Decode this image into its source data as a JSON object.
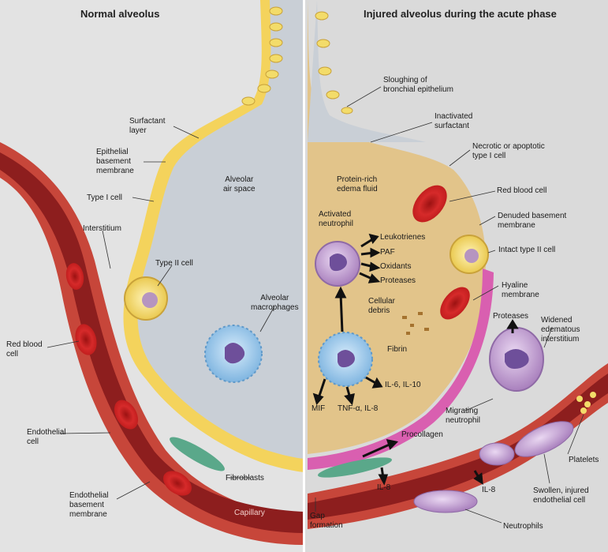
{
  "titles": {
    "left": "Normal alveolus",
    "right": "Injured alveolus during the acute phase"
  },
  "left_labels": {
    "surfactant_layer": "Surfactant\nlayer",
    "epithelial_basement_membrane": "Epithelial\nbasement\nmembrane",
    "type1_cell": "Type I cell",
    "interstitium": "Interstitium",
    "type2_cell": "Type II cell",
    "alveolar_air_space": "Alveolar\nair space",
    "alveolar_macrophages": "Alveolar\nmacrophages",
    "red_blood_cell": "Red blood\ncell",
    "endothelial_cell": "Endothelial\ncell",
    "endothelial_basement_membrane": "Endothelial\nbasement\nmembrane",
    "fibroblasts": "Fibroblasts",
    "capillary": "Capillary"
  },
  "right_labels": {
    "sloughing": "Sloughing of\nbronchial epithelium",
    "inactivated_surfactant": "Inactivated\nsurfactant",
    "necrotic_type1": "Necrotic or apoptotic\ntype I cell",
    "protein_rich_edema": "Protein-rich\nedema fluid",
    "red_blood_cell": "Red blood cell",
    "activated_neutrophil": "Activated\nneutrophil",
    "denuded_membrane": "Denuded basement\nmembrane",
    "leukotrienes": "Leukotrienes",
    "paf": "PAF",
    "oxidants": "Oxidants",
    "proteases": "Proteases",
    "intact_type2": "Intact type II cell",
    "hyaline_membrane": "Hyaline\nmembrane",
    "cellular_debris": "Cellular\ndebris",
    "proteases_top": "Proteases",
    "widened_interstitium": "Widened\nedematous\ninterstitium",
    "fibrin": "Fibrin",
    "il6_il10": "IL-6, IL-10",
    "mif": "MIF",
    "tnf_il8": "TNF-α, IL-8",
    "migrating_neutrophil": "Migrating\nneutrophil",
    "procollagen": "Procollagen",
    "il8_low": "IL-8",
    "platelets": "Platelets",
    "il8_right": "IL-8",
    "swollen_endothelial": "Swollen, injured\nendothelial cell",
    "gap_formation": "Gap\nformation",
    "neutrophils": "Neutrophils"
  },
  "colors": {
    "background": "#dcdcdc",
    "airspace": "#c9cfd6",
    "edema": "#e2c48a",
    "vessel_wall": "#c7463a",
    "vessel_lumen": "#8d1e1e",
    "type2_cell": "#f3dc6a",
    "macrophage": "#9cc8ea",
    "neutrophil": "#c8a6d6",
    "hyaline": "#d95fb0",
    "fibroblast": "#5aa88a"
  }
}
